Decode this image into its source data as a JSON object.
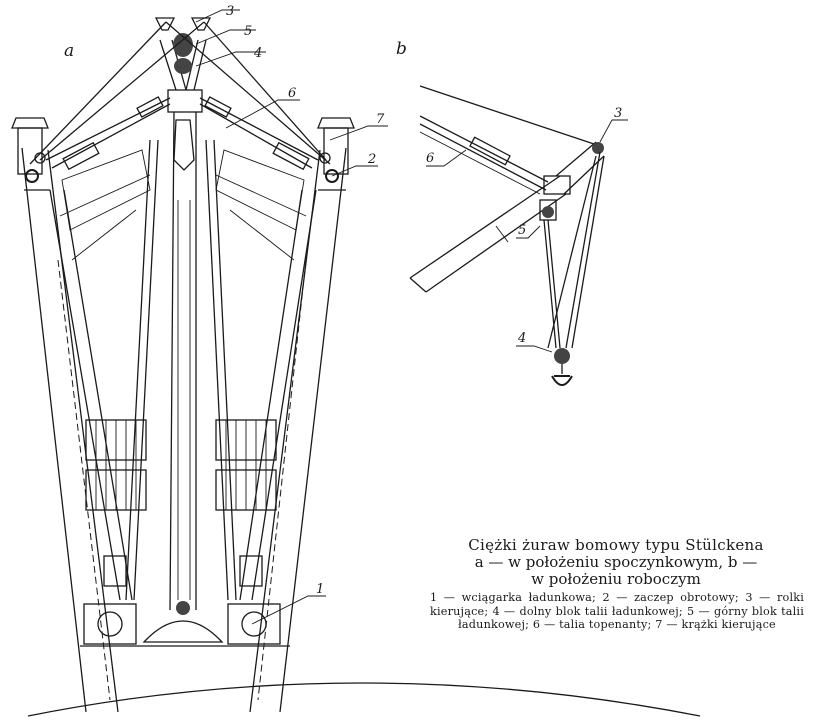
{
  "figure": {
    "panel_a_label": "a",
    "panel_b_label": "b",
    "callouts_a": [
      "3",
      "5",
      "4",
      "6",
      "7",
      "2",
      "1"
    ],
    "callouts_b": [
      "3",
      "6",
      "5",
      "4"
    ]
  },
  "caption": {
    "title": "Ciężki żuraw bomowy typu Stülckena",
    "subtitle_a": "a — w położeniu spoczynkowym, b —",
    "subtitle_b": "w położeniu roboczym",
    "legend": "1 — wciągarka ładunkowa; 2 — zaczep obrotowy; 3 — rolki kierujące; 4 — dolny blok talii ładunkowej; 5 — górny blok talii ładunkowej; 6 — talia topenanty; 7 — krążki kierujące"
  }
}
